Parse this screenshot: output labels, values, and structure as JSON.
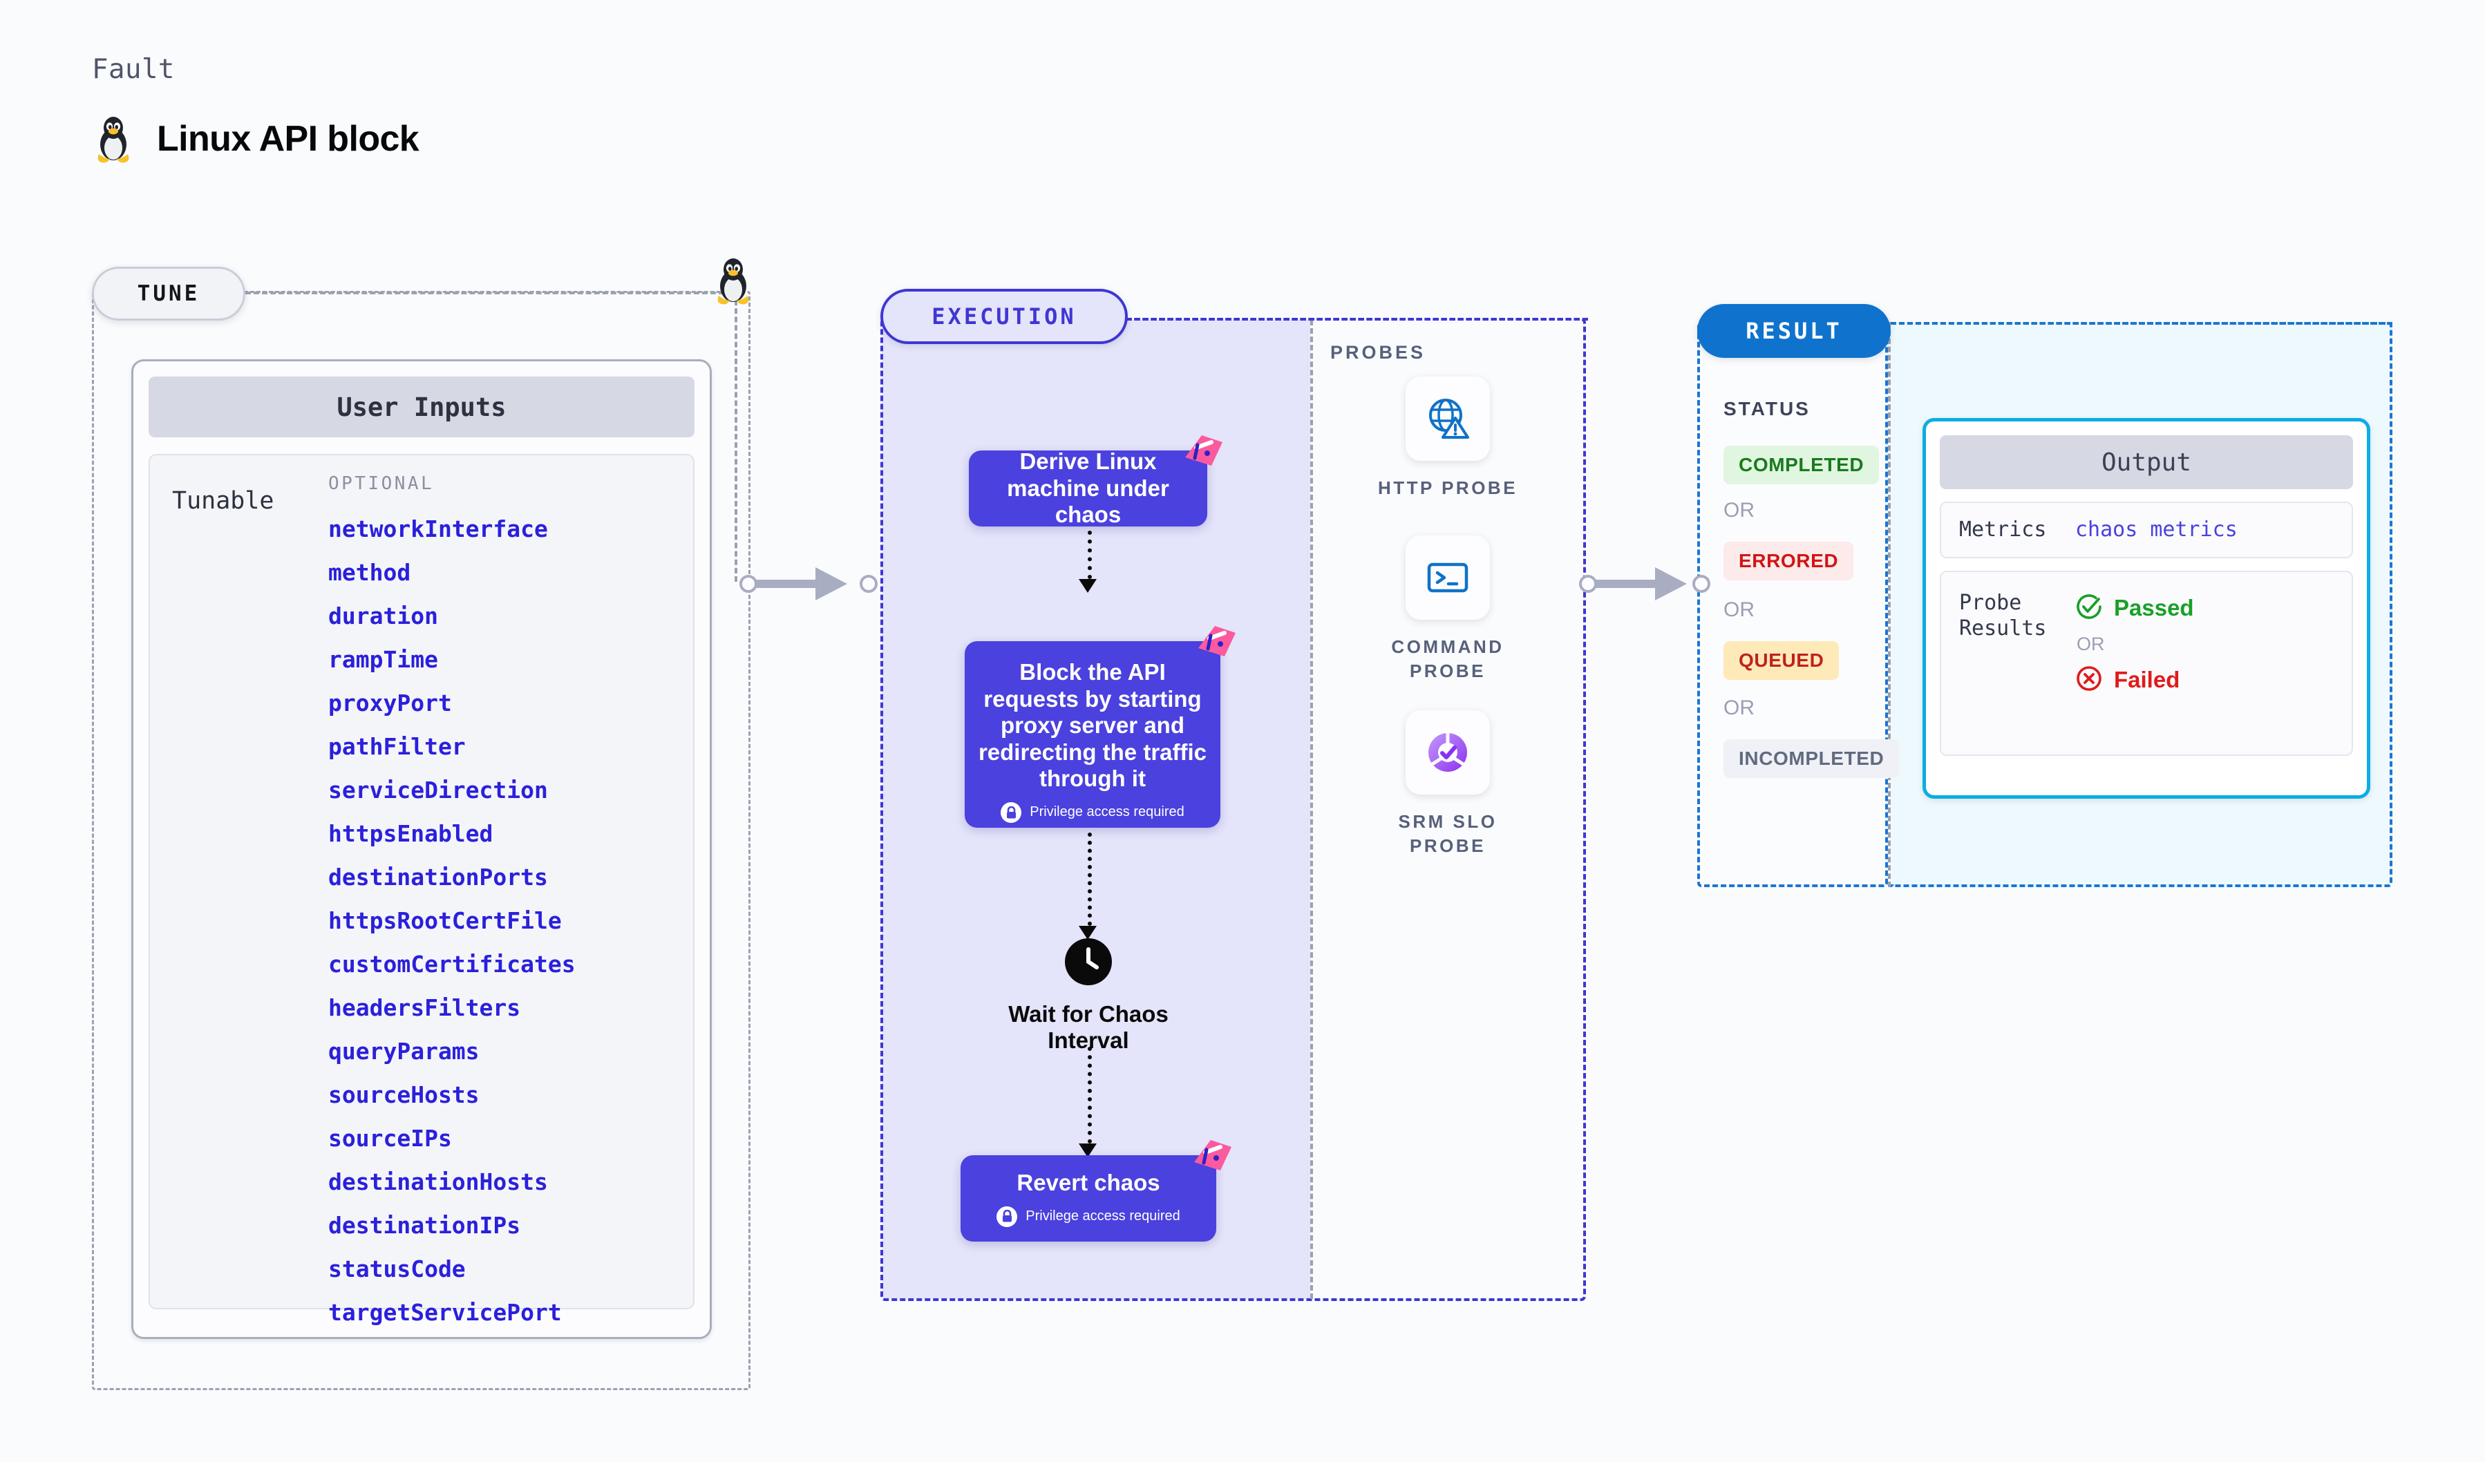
{
  "header": {
    "kicker": "Fault",
    "title": "Linux API block",
    "icon": "linux-penguin-icon"
  },
  "tune": {
    "pill_label": "TUNE",
    "card_title": "User Inputs",
    "section_label": "Tunable",
    "group_label": "OPTIONAL",
    "params": [
      "networkInterface",
      "method",
      "duration",
      "rampTime",
      "proxyPort",
      "pathFilter",
      "serviceDirection",
      "httpsEnabled",
      "destinationPorts",
      "httpsRootCertFile",
      "customCertificates",
      "headersFilters",
      "queryParams",
      "sourceHosts",
      "sourceIPs",
      "destinationHosts",
      "destinationIPs",
      "statusCode",
      "targetServicePort"
    ]
  },
  "execution": {
    "pill_label": "EXECUTION",
    "nodes": [
      {
        "id": "derive-linux-machine",
        "text": "Derive Linux machine under chaos",
        "privilege": null,
        "has_ribbon": true
      },
      {
        "id": "block-api-requests",
        "text": "Block the API requests by starting proxy server and redirecting the traffic through it",
        "privilege": "Privilege access required",
        "has_ribbon": true
      },
      {
        "id": "wait-for-chaos-interval",
        "text": "Wait for Chaos Interval",
        "privilege": null,
        "has_ribbon": false
      },
      {
        "id": "revert-chaos",
        "text": "Revert chaos",
        "privilege": "Privilege access required",
        "has_ribbon": true
      }
    ]
  },
  "probes": {
    "title": "PROBES",
    "items": [
      {
        "label": "HTTP PROBE",
        "icon": "globe-warning-icon"
      },
      {
        "label": "COMMAND PROBE",
        "icon": "terminal-icon"
      },
      {
        "label": "SRM SLO PROBE",
        "icon": "slo-donut-check-icon"
      }
    ]
  },
  "result": {
    "pill_label": "RESULT",
    "status_label": "STATUS",
    "or_label": "OR",
    "statuses": [
      {
        "label": "COMPLETED",
        "color": "#1a7a1e",
        "bg": "#e0f6e0"
      },
      {
        "label": "ERRORED",
        "color": "#d01616",
        "bg": "#fdeaea"
      },
      {
        "label": "QUEUED",
        "color": "#c12020",
        "bg": "#fdeab8"
      },
      {
        "label": "INCOMPLETED",
        "color": "#616a80",
        "bg": "#f0f1f6"
      }
    ]
  },
  "output": {
    "title": "Output",
    "metrics_key": "Metrics",
    "metrics_value": "chaos metrics",
    "probe_results_key": "Probe Results",
    "passed_label": "Passed",
    "failed_label": "Failed",
    "or_label": "OR",
    "passed_color": "#18a028",
    "failed_color": "#e01b1b"
  },
  "theme": {
    "node_purple": "#4a41de",
    "exec_bg": "#e4e4fa",
    "result_blue": "#0f73cd",
    "output_cyan": "#0bade3",
    "ribbon_pink": "#fb5a9e",
    "param_blue": "#2b20db"
  }
}
